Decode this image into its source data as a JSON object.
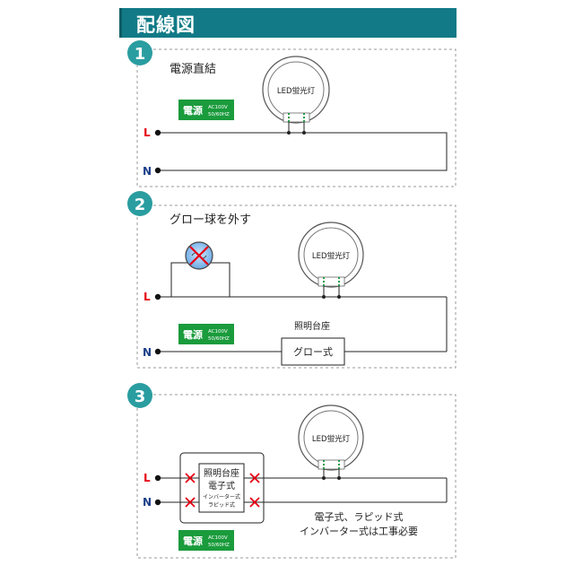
{
  "title": "配線図",
  "colors": {
    "accent": "#117a86",
    "badge": "#1a9b3c",
    "number_circle": "#2a9da0",
    "cross": "#e60012",
    "bulb": "#7db6e8"
  },
  "sections": [
    {
      "number": "1",
      "heading": "電源直結",
      "lamp_label": "LED蛍光灯",
      "power_badge": {
        "main": "電源",
        "spec_line1": "AC100V",
        "spec_line2": "50/60HZ"
      },
      "terminal_L": "L",
      "terminal_N": "N"
    },
    {
      "number": "2",
      "heading": "グロー球を外す",
      "lamp_label": "LED蛍光灯",
      "power_badge": {
        "main": "電源",
        "spec_line1": "AC100V",
        "spec_line2": "50/60HZ"
      },
      "fixture_label": "照明台座",
      "ballast_label": "グロー式",
      "terminal_L": "L",
      "terminal_N": "N"
    },
    {
      "number": "3",
      "lamp_label": "LED蛍光灯",
      "box_line1": "照明台座",
      "box_line2": "電子式",
      "box_line3": "インバーター式",
      "box_line4": "ラピッド式",
      "note_line1": "電子式、ラピッド式",
      "note_line2": "インバーター式は工事必要",
      "power_badge": {
        "main": "電源",
        "spec_line1": "AC100V",
        "spec_line2": "50/60HZ"
      },
      "terminal_L": "L",
      "terminal_N": "N"
    }
  ]
}
